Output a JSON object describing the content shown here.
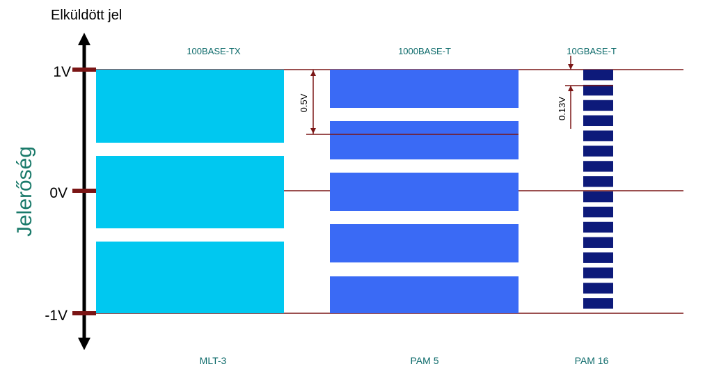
{
  "axis": {
    "top_label": "Elküldött jel",
    "y_title": "Jelerőség",
    "levels": [
      "1V",
      "0V",
      "-1V"
    ]
  },
  "standards": [
    {
      "name": "100BASE-TX",
      "encoding": "MLT-3",
      "levels": 3
    },
    {
      "name": "1000BASE-T",
      "encoding": "PAM 5",
      "levels": 5
    },
    {
      "name": "10GBASE-T",
      "encoding": "PAM 16",
      "levels": 16
    }
  ],
  "annotations": {
    "pam5_step": "0.5V",
    "pam16_step": "0.13V"
  },
  "colors": {
    "mlt3": "#00c8f0",
    "pam5": "#3a6af5",
    "pam16": "#0d1a7a",
    "grid_line": "#7a1515",
    "label_teal": "#0c6a6a",
    "y_title": "#1a7a6a"
  }
}
